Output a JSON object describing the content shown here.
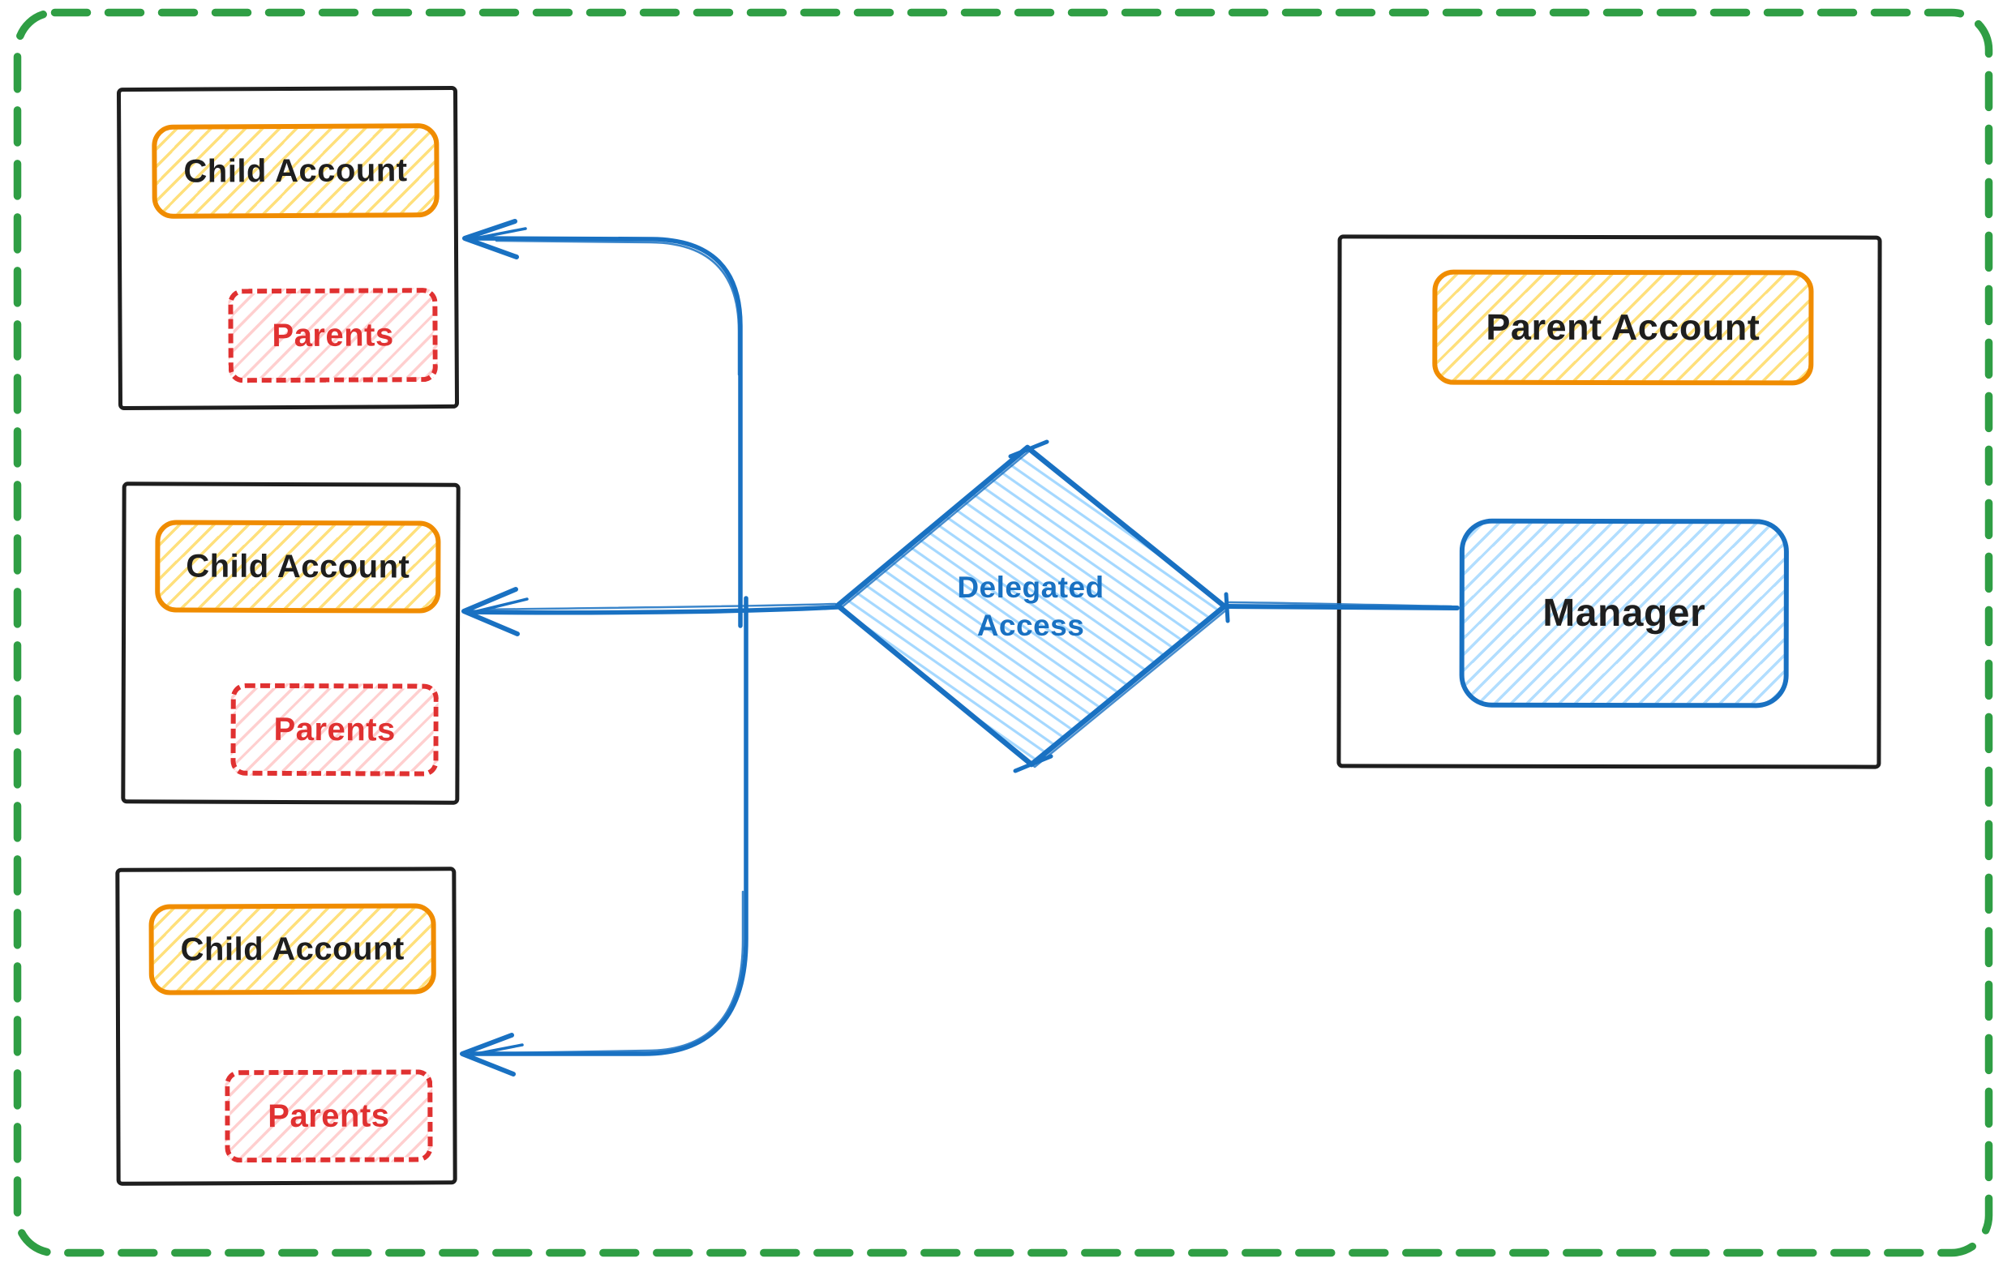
{
  "canvas": {
    "background": "#ffffff",
    "border_color": "#2f9e44"
  },
  "nodes": {
    "child_accounts": [
      {
        "title": "Child Account",
        "badge": "Parents"
      },
      {
        "title": "Child Account",
        "badge": "Parents"
      },
      {
        "title": "Child Account",
        "badge": "Parents"
      }
    ],
    "decision": {
      "label_line1": "Delegated",
      "label_line2": "Access"
    },
    "parent_account": {
      "title": "Parent Account",
      "member": "Manager"
    }
  },
  "edges": [
    {
      "from": "manager",
      "to": "delegated-access",
      "arrowhead": false
    },
    {
      "from": "delegated-access",
      "to": "child-account-1",
      "arrowhead": true
    },
    {
      "from": "delegated-access",
      "to": "child-account-2",
      "arrowhead": true
    },
    {
      "from": "delegated-access",
      "to": "child-account-3",
      "arrowhead": true
    }
  ],
  "colors": {
    "canvas_border_green": "#2f9e44",
    "node_stroke_black": "#1e1e1e",
    "account_label_orange": "#f08c00",
    "account_label_fill_yellow": "#ffd43b",
    "parents_red": "#e03131",
    "parents_fill_pink": "#ffa8a8",
    "flow_blue": "#1971c2",
    "flow_fill_light_blue": "#a5d8ff"
  }
}
